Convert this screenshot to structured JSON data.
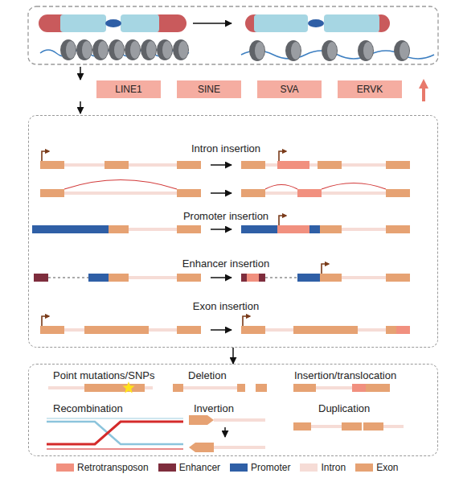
{
  "diagram": {
    "nodes": [
      {
        "text": [
          "LINE1"
        ]
      },
      {
        "text": [
          "SINE"
        ]
      },
      {
        "text": [
          "SVA"
        ]
      },
      {
        "text": [
          "ERVK"
        ]
      },
      {
        "text": [
          "Intron insertion",
          "Promoter insertion",
          "Enhancer insertion",
          "Exon insertion"
        ]
      },
      {
        "text": [
          "Point mutations/SNPs",
          "Deletion",
          "Insertion/translocation",
          "Recombination",
          "Invertion",
          "Duplication"
        ]
      }
    ],
    "edges": [
      {
        "from": 4,
        "to": 5,
        "arrow": "to"
      }
    ],
    "legend": [
      {
        "text": "Retrotransposon",
        "color": "#f1907f"
      },
      {
        "text": "Enhancer",
        "color": "#7e2d3d"
      },
      {
        "text": "Promoter",
        "color": "#2f5fa6"
      },
      {
        "text": "Intron",
        "color": "#f6dcd6"
      },
      {
        "text": "Exon",
        "color": "#e6a273"
      }
    ]
  }
}
